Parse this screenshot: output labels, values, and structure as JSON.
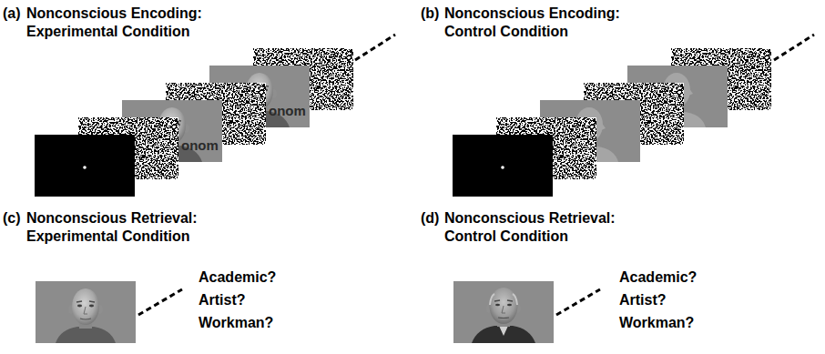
{
  "diagram": {
    "labels": [
      "(a)",
      "Nonconscious Encoding: Experimental Condition",
      "onom",
      "onom",
      "(b)",
      "Nonconscious Encoding: Control Condition",
      "(c)",
      "Nonconscious Retrieval: Experimental Condition",
      "Academic?",
      "Artist?",
      "Workman?",
      "(d)",
      "Nonconscious Retrieval: Control Condition",
      "Academic?",
      "Artist?",
      "Workman?"
    ]
  }
}
